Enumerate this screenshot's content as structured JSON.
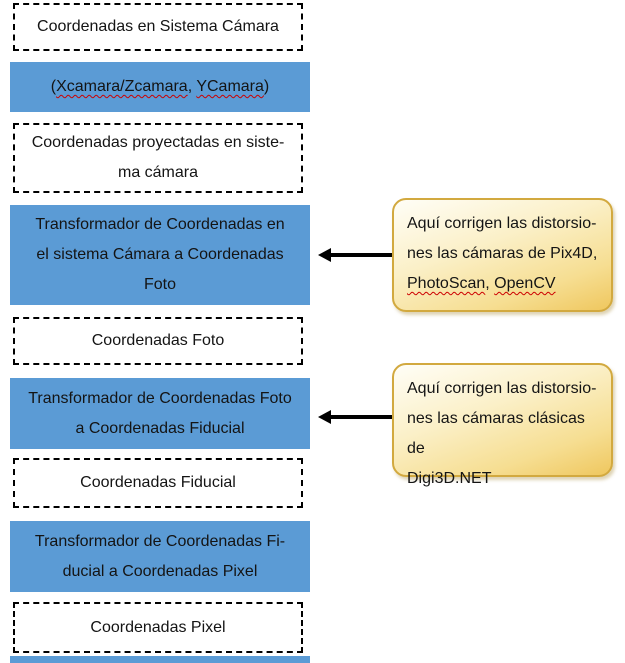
{
  "colors": {
    "box_blue": "#5B9BD5",
    "dashed_border": "#000000",
    "callout_border": "#D2A93F",
    "callout_gradient_top": "#FFFEF7",
    "callout_gradient_bottom": "#EFC75E",
    "arrow": "#000000",
    "spellcheck_red": "#CC0000"
  },
  "flow": {
    "boxes": [
      {
        "style": "dashed",
        "lines": [
          "Coordenadas en Sistema Cámara"
        ]
      },
      {
        "style": "blue",
        "parts": {
          "open": "(",
          "w1": "Xcamara/Zcamara",
          "sep": ", ",
          "w2": "YCamara",
          "close": ")"
        }
      },
      {
        "style": "dashed",
        "lines": [
          "Coordenadas proyectadas en siste-",
          "ma cámara"
        ]
      },
      {
        "style": "blue",
        "lines": [
          "Transformador de Coordenadas en",
          "el sistema Cámara a Coordenadas",
          "Foto"
        ]
      },
      {
        "style": "dashed",
        "lines": [
          "Coordenadas Foto"
        ]
      },
      {
        "style": "blue",
        "lines": [
          "Transformador de Coordenadas Foto",
          "a Coordenadas Fiducial"
        ]
      },
      {
        "style": "dashed",
        "lines": [
          "Coordenadas Fiducial"
        ]
      },
      {
        "style": "blue",
        "lines": [
          "Transformador de Coordenadas Fi-",
          "ducial a Coordenadas Pixel"
        ]
      },
      {
        "style": "dashed",
        "lines": [
          "Coordenadas Pixel"
        ]
      }
    ]
  },
  "callouts": [
    {
      "line1": "Aquí corrigen las distorsio-",
      "line2": "nes las cámaras de Pix4D,",
      "word1": "PhotoScan",
      "sep": ", ",
      "word2": "OpenCV"
    },
    {
      "line1": "Aquí corrigen las distorsio-",
      "line2": "nes las cámaras clásicas de",
      "line3": "Digi3D.NET"
    }
  ]
}
